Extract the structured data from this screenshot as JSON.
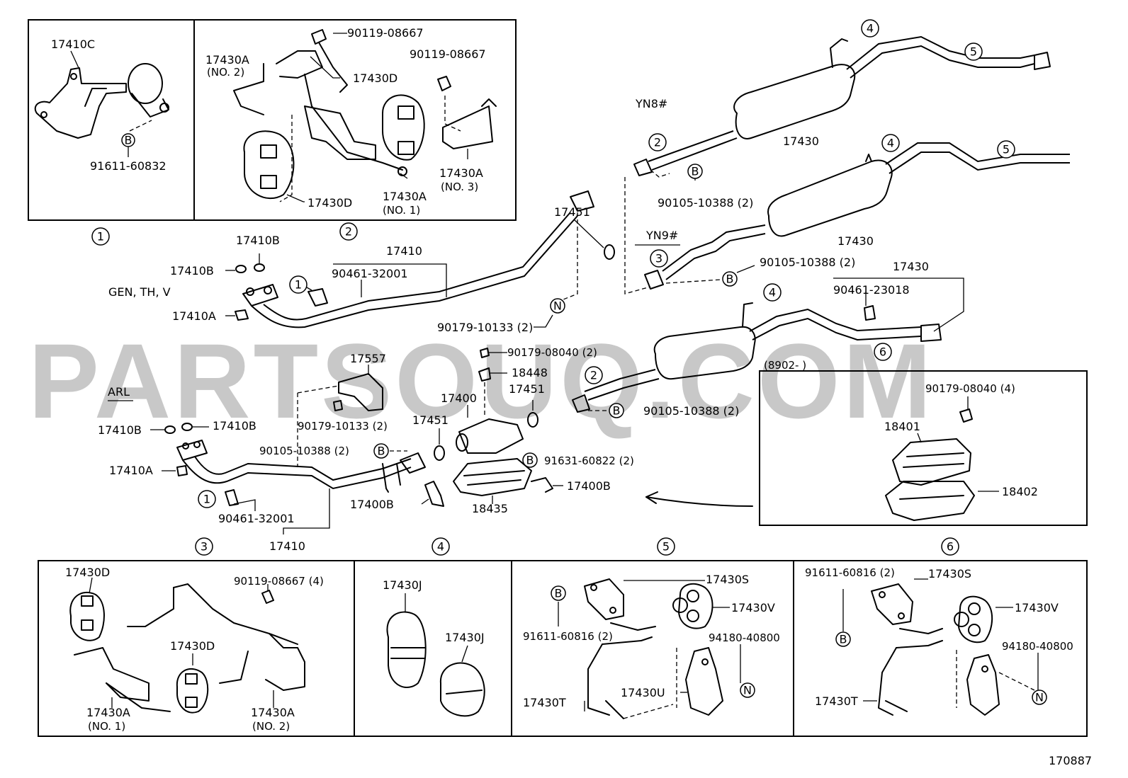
{
  "watermark": "PARTSOUQ.COM",
  "diagram_code": "170887",
  "variant_labels": {
    "gen": "GEN, TH, V",
    "arl": "ARL",
    "yn8": "YN8#",
    "yn9": "YN9#",
    "date_range": "(8902-       )"
  },
  "circle_symbols": {
    "one": "1",
    "two": "2",
    "three": "3",
    "four": "4",
    "five": "5",
    "six": "6",
    "b": "B",
    "n": "N"
  },
  "parts": {
    "p17410C": "17410C",
    "p91611_60832": "91611-60832",
    "p17430A_no2": "17430A",
    "no2": "(NO. 2)",
    "p90119_08667_a": "90119-08667",
    "p90119_08667_b": "90119-08667",
    "p17430D_a": "17430D",
    "p17430D_b": "17430D",
    "p17430A_no1": "17430A",
    "no1": "(NO. 1)",
    "p17430A_no3": "17430A",
    "no3": "(NO. 3)",
    "p17410B_a": "17410B",
    "p17410B_b": "17410B",
    "p17410A_a": "17410A",
    "p17410_a": "17410",
    "p90461_32001_a": "90461-32001",
    "p17451_a": "17451",
    "p90179_10133_a": "90179-10133 (2)",
    "p17430_a": "17430",
    "p90105_10388_a": "90105-10388 (2)",
    "p17430_b": "17430",
    "p90105_10388_b": "90105-10388 (2)",
    "p17430_c": "17430",
    "p90461_23018": "90461-23018",
    "p17557": "17557",
    "p90179_08040_a": "90179-08040 (2)",
    "p18448": "18448",
    "p17400": "17400",
    "p17451_b": "17451",
    "p17451_c": "17451",
    "p90179_10133_b": "90179-10133 (2)",
    "p17410B_c": "17410B",
    "p17410B_d": "17410B",
    "p90105_10388_c": "90105-10388 (2)",
    "p91631_60822": "91631-60822 (2)",
    "p17410A_b": "17410A",
    "p17400B_a": "17400B",
    "p17400B_b": "17400B",
    "p18435": "18435",
    "p90461_32001_b": "90461-32001",
    "p17410_b": "17410",
    "p90105_10388_d": "90105-10388 (2)",
    "p90179_08040_b": "90179-08040 (4)",
    "p18401": "18401",
    "p18402": "18402",
    "b3_17430D_a": "17430D",
    "b3_90119_08667": "90119-08667 (4)",
    "b3_17430D_b": "17430D",
    "b3_17430A_1": "17430A",
    "b3_no1": "(NO. 1)",
    "b3_17430A_2": "17430A",
    "b3_no2": "(NO. 2)",
    "b4_17430J_a": "17430J",
    "b4_17430J_b": "17430J",
    "b5_17430S": "17430S",
    "b5_17430V": "17430V",
    "b5_91611_60816": "91611-60816 (2)",
    "b5_94180_40800": "94180-40800",
    "b5_17430U": "17430U",
    "b5_17430T": "17430T",
    "b6_91611_60816": "91611-60816 (2)",
    "b6_17430S": "17430S",
    "b6_17430V": "17430V",
    "b6_94180_40800": "94180-40800",
    "b6_17430T": "17430T"
  }
}
